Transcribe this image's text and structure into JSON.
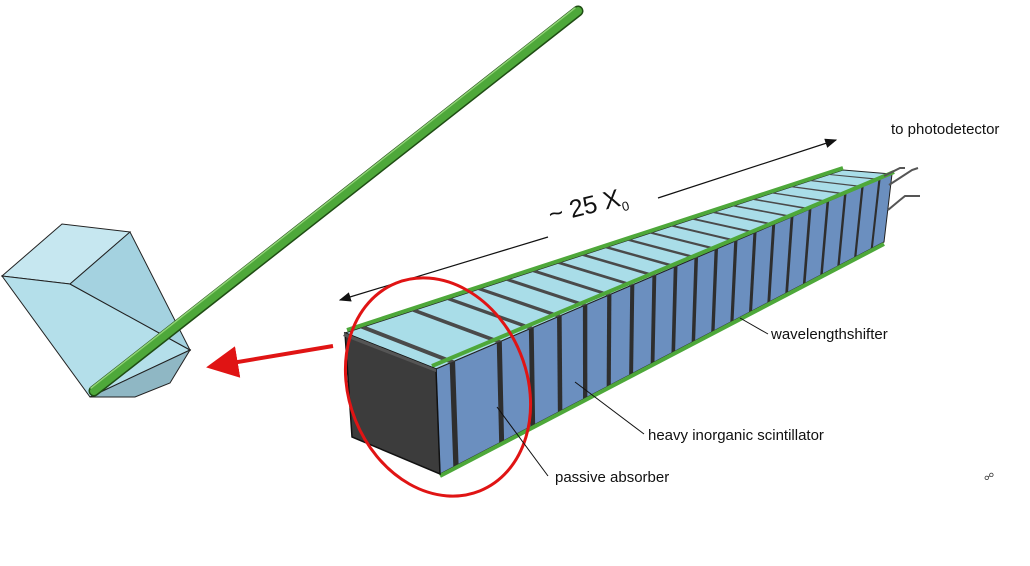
{
  "labels": {
    "photodetector": "to photodetector",
    "wavelengthshifter": "wavelengthshifter",
    "scintillator": "heavy inorganic scintillator",
    "absorber": "passive absorber",
    "length_prefix": "~ 25 X",
    "length_sub": "0"
  },
  "colors": {
    "scintillator_face": "#6b8fbf",
    "scintillator_top": "#a9dde8",
    "absorber": "#3c3c3c",
    "fiber": "#4ea83a",
    "highlight": "#e01414",
    "crystal": "#b4dfea"
  },
  "icons": {
    "highlight": "ellipse",
    "callout": "red-arrow"
  }
}
